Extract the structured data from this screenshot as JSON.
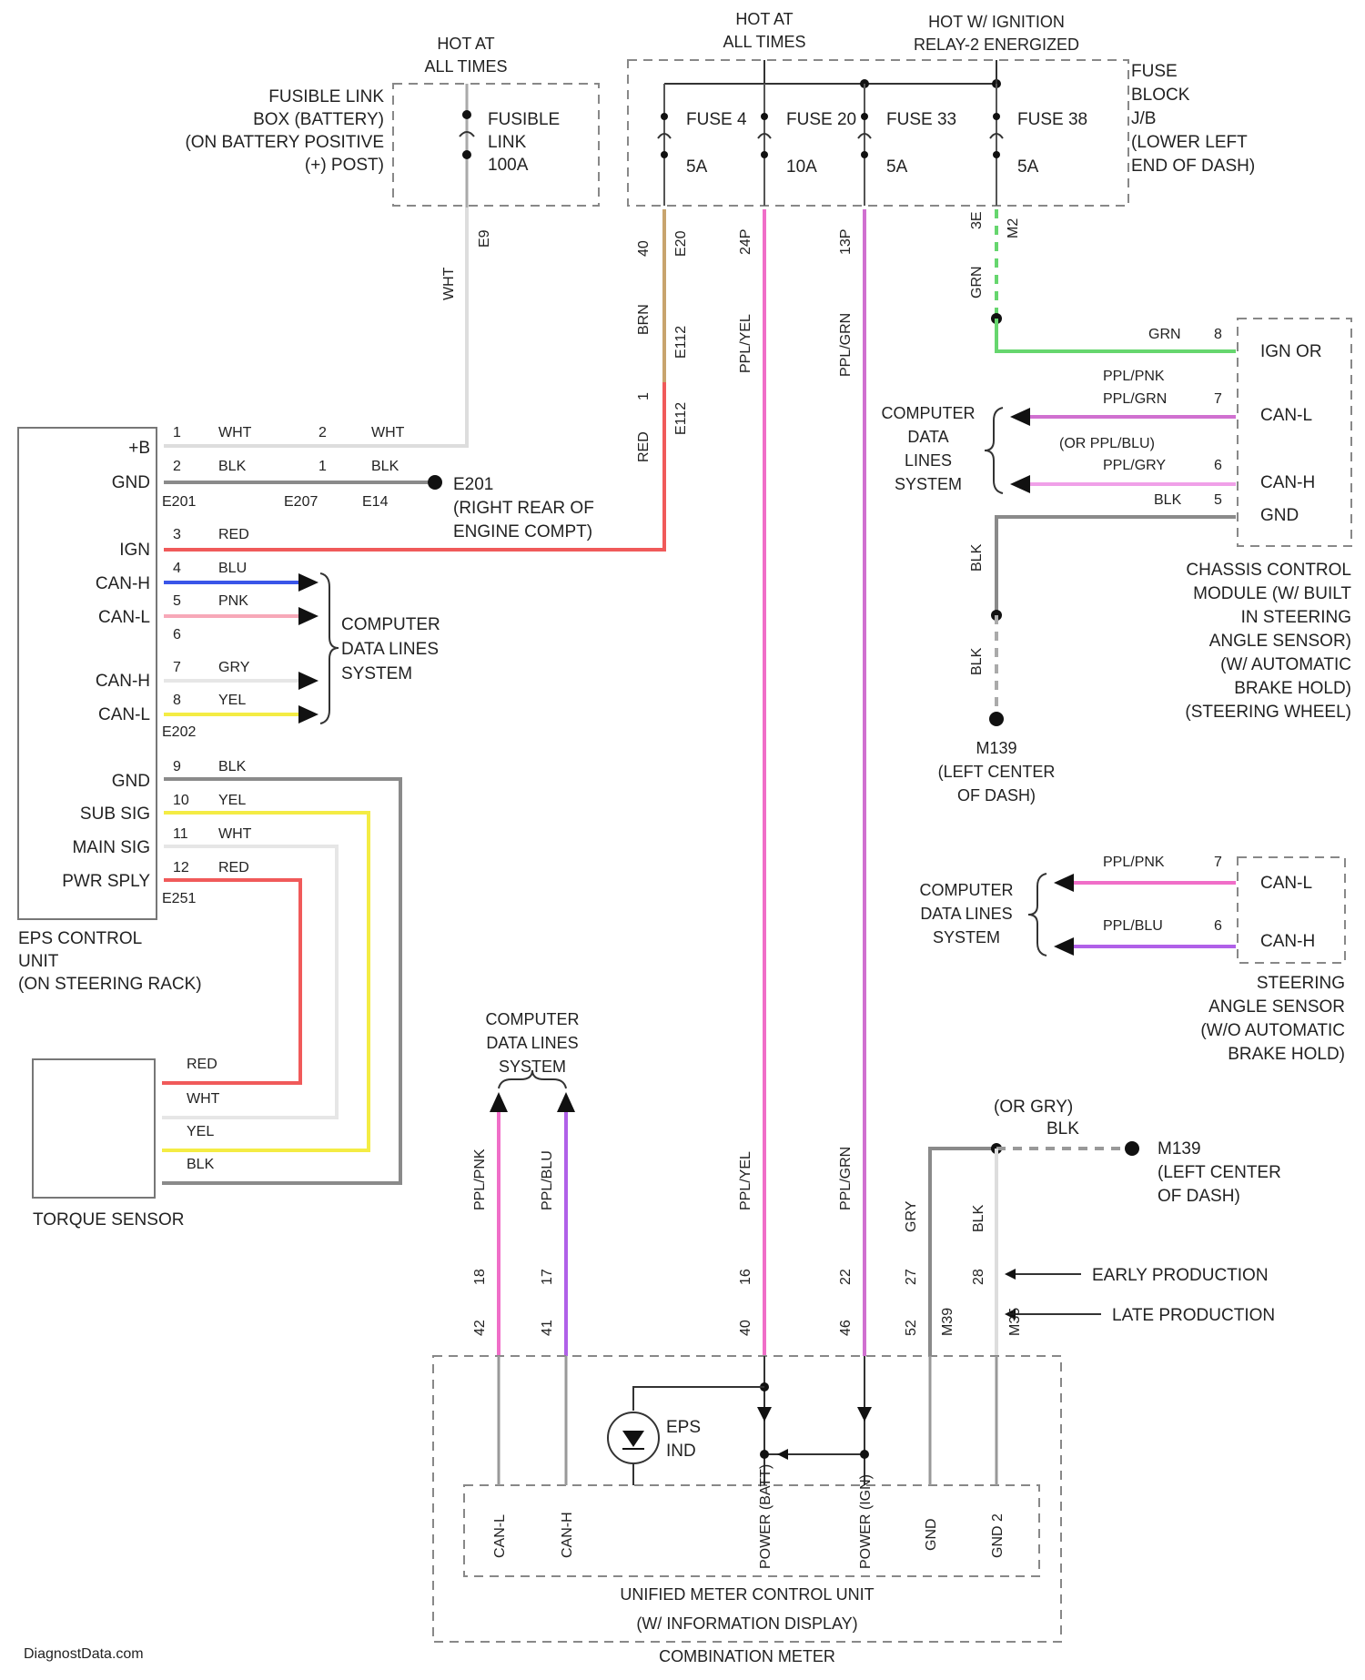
{
  "hot_labels": {
    "left": [
      "HOT AT",
      "ALL TIMES"
    ],
    "middle": [
      "HOT AT",
      "ALL TIMES"
    ],
    "right": [
      "HOT W/ IGNITION",
      "RELAY-2 ENERGIZED"
    ]
  },
  "fusible_link": {
    "location": [
      "FUSIBLE LINK",
      "BOX (BATTERY)",
      "(ON BATTERY POSITIVE",
      "(+) POST)"
    ],
    "name": [
      "FUSIBLE",
      "LINK",
      "100A"
    ]
  },
  "fuse_block": {
    "location": [
      "FUSE",
      "BLOCK",
      "J/B",
      "(LOWER LEFT",
      "END OF DASH)"
    ],
    "fuses": [
      {
        "name": "FUSE 4",
        "rating": "5A"
      },
      {
        "name": "FUSE 20",
        "rating": "10A"
      },
      {
        "name": "FUSE 33",
        "rating": "5A"
      },
      {
        "name": "FUSE 38",
        "rating": "5A"
      }
    ]
  },
  "eps_unit": {
    "pins": [
      "+B",
      "GND",
      "IGN",
      "CAN-H",
      "CAN-L",
      "CAN-H",
      "CAN-L",
      "GND",
      "SUB SIG",
      "MAIN SIG",
      "PWR SPLY"
    ],
    "wires": [
      {
        "num": "1",
        "color": "WHT"
      },
      {
        "num": "2",
        "color": "BLK"
      },
      {
        "num": "3",
        "color": "RED"
      },
      {
        "num": "4",
        "color": "BLU"
      },
      {
        "num": "5",
        "color": "PNK"
      },
      {
        "num": "6",
        "color": ""
      },
      {
        "num": "7",
        "color": "GRY"
      },
      {
        "num": "8",
        "color": "YEL"
      },
      {
        "num": "9",
        "color": "BLK"
      },
      {
        "num": "10",
        "color": "YEL"
      },
      {
        "num": "11",
        "color": "WHT"
      },
      {
        "num": "12",
        "color": "RED"
      }
    ],
    "connectors": [
      "E201",
      "E202",
      "E251"
    ],
    "label": [
      "EPS CONTROL",
      "UNIT",
      "(ON STEERING RACK)"
    ]
  },
  "splice": {
    "wires": [
      "WHT",
      "BLK"
    ],
    "pins": [
      "2",
      "1"
    ],
    "connectors": [
      "E207",
      "E14"
    ],
    "ground": "E201",
    "ground_location": [
      "(RIGHT REAR OF",
      "ENGINE COMPT)"
    ]
  },
  "torque_sensor": {
    "label": "TORQUE SENSOR",
    "wires": [
      "RED",
      "WHT",
      "YEL",
      "BLK"
    ]
  },
  "data_lines_label": [
    "COMPUTER",
    "DATA LINES",
    "SYSTEM"
  ],
  "data_lines_label_alt": [
    "COMPUTER",
    "DATA",
    "LINES",
    "SYSTEM"
  ],
  "vertical_wires": {
    "fusible_out": {
      "color": "WHT",
      "pin": "E9"
    },
    "fuse4": {
      "color": "BRN",
      "pin_top": "40",
      "conn_top": "E20",
      "color2": "RED",
      "pin_mid": "1",
      "conn_mid": "E112"
    },
    "fuse20": {
      "color": "PPL/YEL",
      "pin": "24P"
    },
    "fuse33": {
      "color": "PPL/GRN",
      "pin": "13P"
    },
    "fuse38": {
      "color": "GRN",
      "pin": "3E",
      "conn": "M2"
    }
  },
  "chassis_module": {
    "pins": [
      "IGN OR",
      "CAN-L",
      "CAN-H",
      "GND"
    ],
    "wires": [
      {
        "color": "GRN",
        "num": "8"
      },
      {
        "color": "PPL/PNK",
        "alt": "PPL/GRN",
        "num": "7"
      },
      {
        "color": "(OR PPL/BLU)",
        "alt": "PPL/GRY",
        "num": "6"
      },
      {
        "color": "BLK",
        "num": "5"
      }
    ],
    "label": [
      "CHASSIS CONTROL",
      "MODULE (W/ BUILT",
      "IN STEERING",
      "ANGLE SENSOR)",
      "(W/ AUTOMATIC",
      "BRAKE HOLD)",
      "(STEERING WHEEL)"
    ],
    "ground_wire": "BLK",
    "ground": "M139",
    "ground_location": [
      "(LEFT CENTER",
      "OF DASH)"
    ]
  },
  "steering_sensor": {
    "pins": [
      "CAN-L",
      "CAN-H"
    ],
    "wires": [
      {
        "color": "PPL/PNK",
        "num": "7"
      },
      {
        "color": "PPL/BLU",
        "num": "6"
      }
    ],
    "label": [
      "STEERING",
      "ANGLE SENSOR",
      "(W/O AUTOMATIC",
      "BRAKE HOLD)"
    ]
  },
  "meter": {
    "wires": [
      {
        "color": "PPL/PNK",
        "num": "18",
        "pin": "42"
      },
      {
        "color": "PPL/BLU",
        "num": "17",
        "pin": "41"
      },
      {
        "color": "PPL/YEL",
        "num": "16",
        "pin": "40"
      },
      {
        "color": "PPL/GRN",
        "num": "22",
        "pin": "46"
      },
      {
        "color": "GRY",
        "num": "27",
        "pin": "52"
      },
      {
        "color": "BLK",
        "num": "28",
        "pin": ""
      }
    ],
    "connectors": [
      "M39",
      "M35"
    ],
    "ground_wire": [
      "(OR GRY)",
      "BLK"
    ],
    "ground": "M139",
    "ground_location": [
      "(LEFT CENTER",
      "OF DASH)"
    ],
    "early": "EARLY PRODUCTION",
    "late": "LATE PRODUCTION",
    "indicator": [
      "EPS",
      "IND"
    ],
    "pins": [
      "CAN-L",
      "CAN-H",
      "POWER (BATT)",
      "POWER (IGN)",
      "GND",
      "GND 2"
    ],
    "label": [
      "UNIFIED METER CONTROL UNIT",
      "(W/ INFORMATION DISPLAY)",
      "COMBINATION METER"
    ]
  },
  "watermark": "DiagnostData.com",
  "colors": {
    "red": "#f05a5a",
    "pink_light": "#f7a8b8",
    "pink": "#f06ec8",
    "magenta": "#d070d0",
    "purple": "#b060e8",
    "blue": "#3a55e8",
    "yellow": "#f4ec44",
    "green": "#66d66e",
    "gray": "#8a8a8a",
    "tan": "#c8a46e"
  }
}
